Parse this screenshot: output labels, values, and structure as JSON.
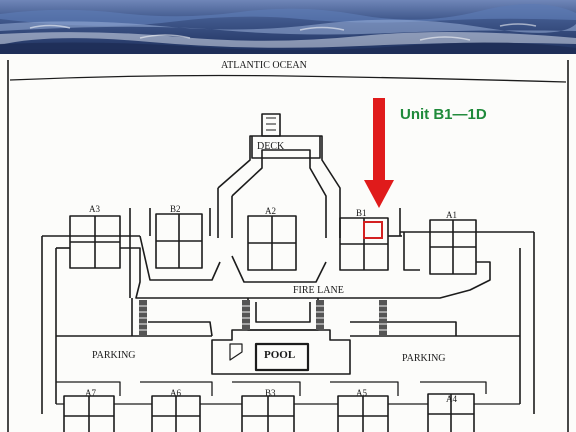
{
  "map": {
    "ocean_label": "ATLANTIC OCEAN",
    "callout": "Unit B1—1D",
    "deck_label": "DECK",
    "fire_lane_label": "FIRE LANE",
    "pool_label": "POOL",
    "parking_left": "PARKING",
    "parking_right": "PARKING",
    "buildings_top": [
      "A3",
      "B2",
      "A2",
      "B1",
      "A1"
    ],
    "buildings_bottom": [
      "A7",
      "A6",
      "B3",
      "A5",
      "A4"
    ],
    "highlight_color": "#d32020",
    "callout_color": "#1f8a3a",
    "arrow_color": "#e01b1b"
  }
}
